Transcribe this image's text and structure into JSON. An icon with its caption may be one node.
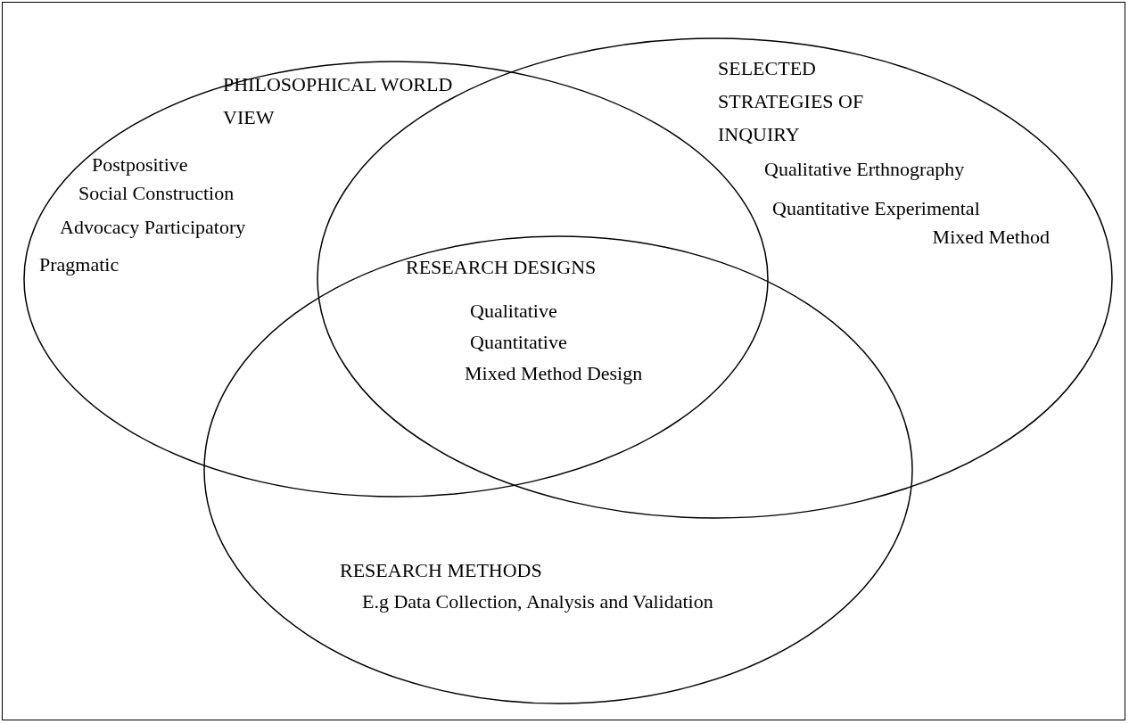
{
  "diagram": {
    "nodes": [
      {
        "text": [
          "PHILOSOPHICAL WORLD VIEW",
          "Postpositive",
          "Social Construction",
          "Advocacy Participatory",
          "Pragmatic"
        ]
      },
      {
        "text": [
          "SELECTED STRATEGIES OF INQUIRY",
          "Qualitative Erthnography",
          "Quantitative Experimental",
          "Mixed Method"
        ]
      },
      {
        "text": [
          "RESEARCH METHODS",
          "E.g Data Collection, Analysis and Validation"
        ]
      }
    ],
    "edges": [],
    "labels": [
      "RESEARCH DESIGNS",
      "Qualitative",
      "Quantitative",
      "Mixed Method Design"
    ]
  }
}
